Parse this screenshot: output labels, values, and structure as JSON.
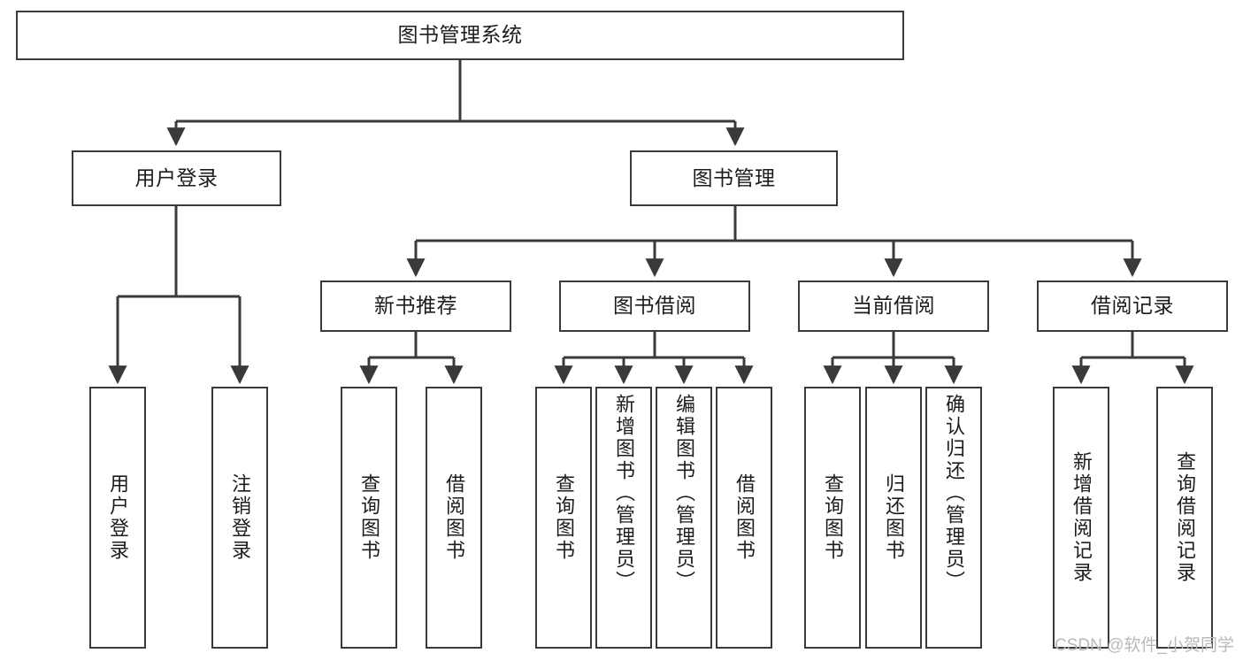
{
  "diagram": {
    "title": "图书管理系统",
    "type": "tree-hierarchy",
    "edge_color": "#3a3a3a",
    "node_border_color": "#3a3a3a",
    "node_fill_color": "#ffffff",
    "text_color": "#1c1c1c"
  },
  "nodes": {
    "root": {
      "label": "图书管理系统",
      "orientation": "horizontal"
    },
    "level2": [
      {
        "label": "用户登录",
        "orientation": "horizontal"
      },
      {
        "label": "图书管理",
        "orientation": "horizontal"
      }
    ],
    "level3": [
      {
        "label": "新书推荐",
        "orientation": "horizontal"
      },
      {
        "label": "图书借阅",
        "orientation": "horizontal"
      },
      {
        "label": "当前借阅",
        "orientation": "horizontal"
      },
      {
        "label": "借阅记录",
        "orientation": "horizontal"
      }
    ],
    "leaves": {
      "user_login": [
        {
          "label": "用户登录",
          "orientation": "vertical"
        },
        {
          "label": "注销登录",
          "orientation": "vertical"
        }
      ],
      "new_book_recommend": [
        {
          "label": "查询图书",
          "orientation": "vertical"
        },
        {
          "label": "借阅图书",
          "orientation": "vertical"
        }
      ],
      "book_borrow": [
        {
          "label": "查询图书",
          "orientation": "vertical"
        },
        {
          "label": "新增图书（管理员）",
          "orientation": "vertical"
        },
        {
          "label": "编辑图书（管理员）",
          "orientation": "vertical"
        },
        {
          "label": "借阅图书",
          "orientation": "vertical"
        }
      ],
      "current_borrow": [
        {
          "label": "查询图书",
          "orientation": "vertical"
        },
        {
          "label": "归还图书",
          "orientation": "vertical"
        },
        {
          "label": "确认归还（管理员）",
          "orientation": "vertical"
        }
      ],
      "borrow_record": [
        {
          "label": "新增借阅记录",
          "orientation": "vertical"
        },
        {
          "label": "查询借阅记录",
          "orientation": "vertical"
        }
      ]
    }
  },
  "watermark": {
    "text": "CSDN @软件_小贺同学"
  }
}
